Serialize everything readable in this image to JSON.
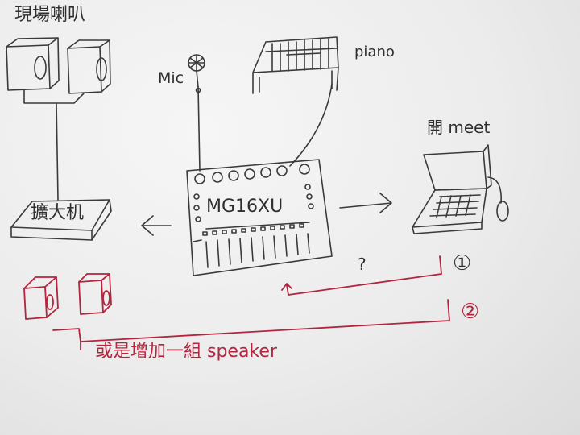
{
  "labels": {
    "venue_speakers": "現場喇叭",
    "amplifier": "擴大机",
    "mic": "Mic",
    "piano": "piano",
    "mixer": "MG16XU",
    "laptop": "開 meet",
    "question": "?",
    "option1": "①",
    "option2": "②",
    "alternative": "或是增加一組 speaker"
  },
  "colors": {
    "pencil": "#3a3a3a",
    "red_pen": "#b3243e",
    "paper": "#eeeeee"
  }
}
